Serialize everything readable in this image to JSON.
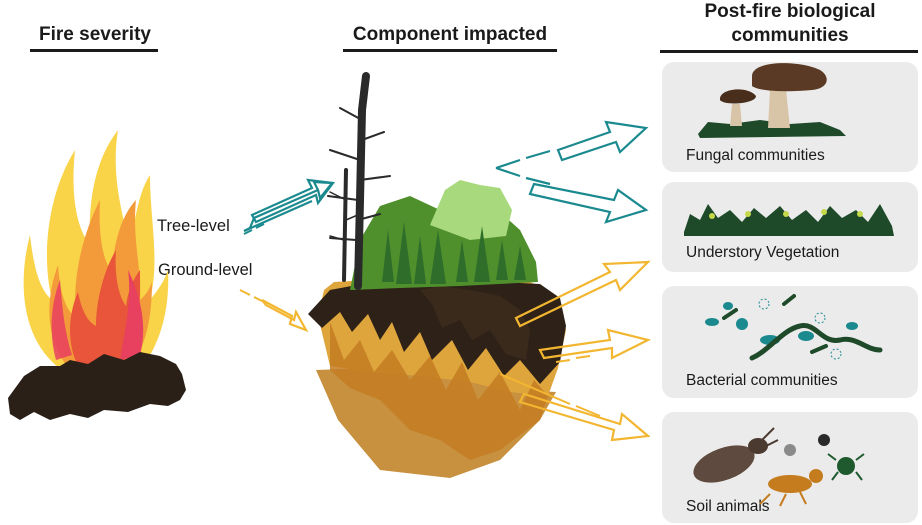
{
  "headers": {
    "fire_severity": "Fire severity",
    "component_impacted": "Component impacted",
    "post_fire_line1": "Post-fire biological",
    "post_fire_line2": "communities"
  },
  "levels": {
    "tree": "Tree-level",
    "ground": "Ground-level"
  },
  "communities": [
    {
      "label": "Fungal communities"
    },
    {
      "label": "Understory Vegetation"
    },
    {
      "label": "Bacterial communities"
    },
    {
      "label": "Soil animals"
    }
  ],
  "colors": {
    "tree_arrow": "#1b8a8f",
    "ground_arrow": "#f2b630",
    "soil_dark": "#2e2218",
    "soil_light": "#c8913f",
    "panel_bg": "#ebebeb"
  }
}
